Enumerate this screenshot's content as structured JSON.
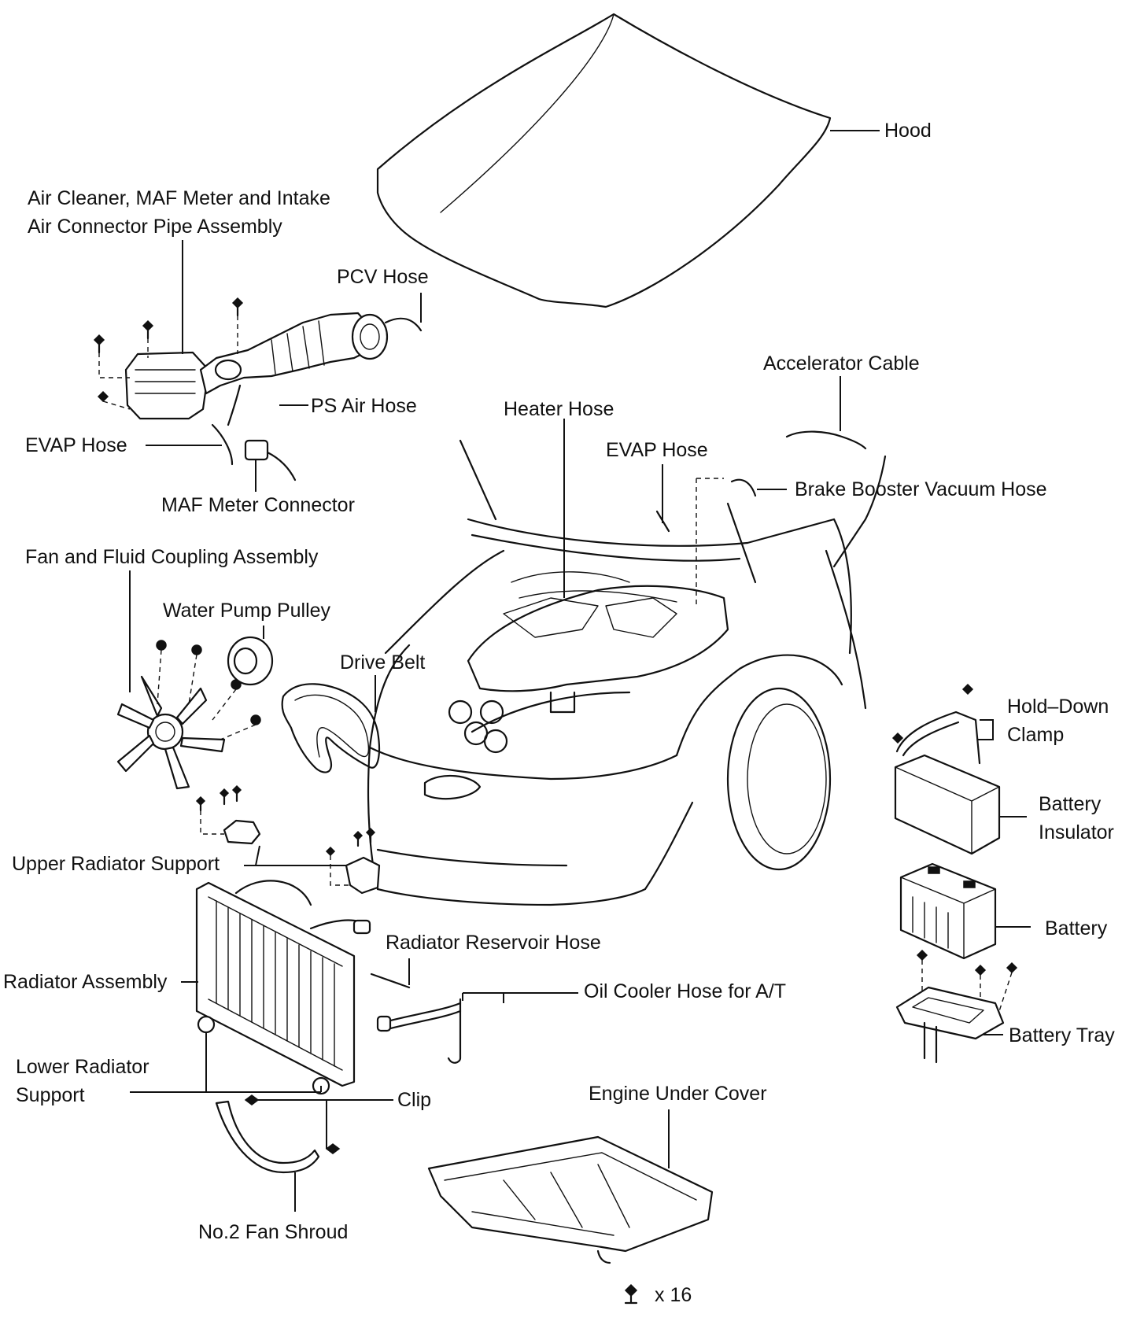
{
  "labels": {
    "hood": "Hood",
    "air_cleaner_line1": "Air Cleaner, MAF Meter and Intake",
    "air_cleaner_line2": "Air Connector Pipe Assembly",
    "pcv_hose": "PCV Hose",
    "ps_air_hose": "PS Air Hose",
    "evap_hose_left": "EVAP Hose",
    "maf_meter_connector": "MAF Meter Connector",
    "accelerator_cable": "Accelerator Cable",
    "heater_hose": "Heater Hose",
    "evap_hose_center": "EVAP Hose",
    "brake_booster_vacuum_hose": "Brake Booster Vacuum Hose",
    "fan_fluid_coupling": "Fan and Fluid Coupling Assembly",
    "water_pump_pulley": "Water Pump Pulley",
    "drive_belt": "Drive Belt",
    "hold_down_clamp_line1": "Hold–Down",
    "hold_down_clamp_line2": "Clamp",
    "battery_insulator_line1": "Battery",
    "battery_insulator_line2": "Insulator",
    "battery": "Battery",
    "battery_tray": "Battery Tray",
    "upper_radiator_support": "Upper Radiator Support",
    "radiator_reservoir_hose": "Radiator Reservoir Hose",
    "radiator_assembly": "Radiator Assembly",
    "oil_cooler_hose": "Oil Cooler Hose for A/T",
    "lower_radiator_support_line1": "Lower Radiator",
    "lower_radiator_support_line2": "Support",
    "clip": "Clip",
    "engine_under_cover": "Engine Under Cover",
    "no2_fan_shroud": "No.2 Fan Shroud",
    "clip_count": "x 16"
  },
  "icons": {
    "bolt": "bolt-icon",
    "clip": "clip-icon"
  }
}
